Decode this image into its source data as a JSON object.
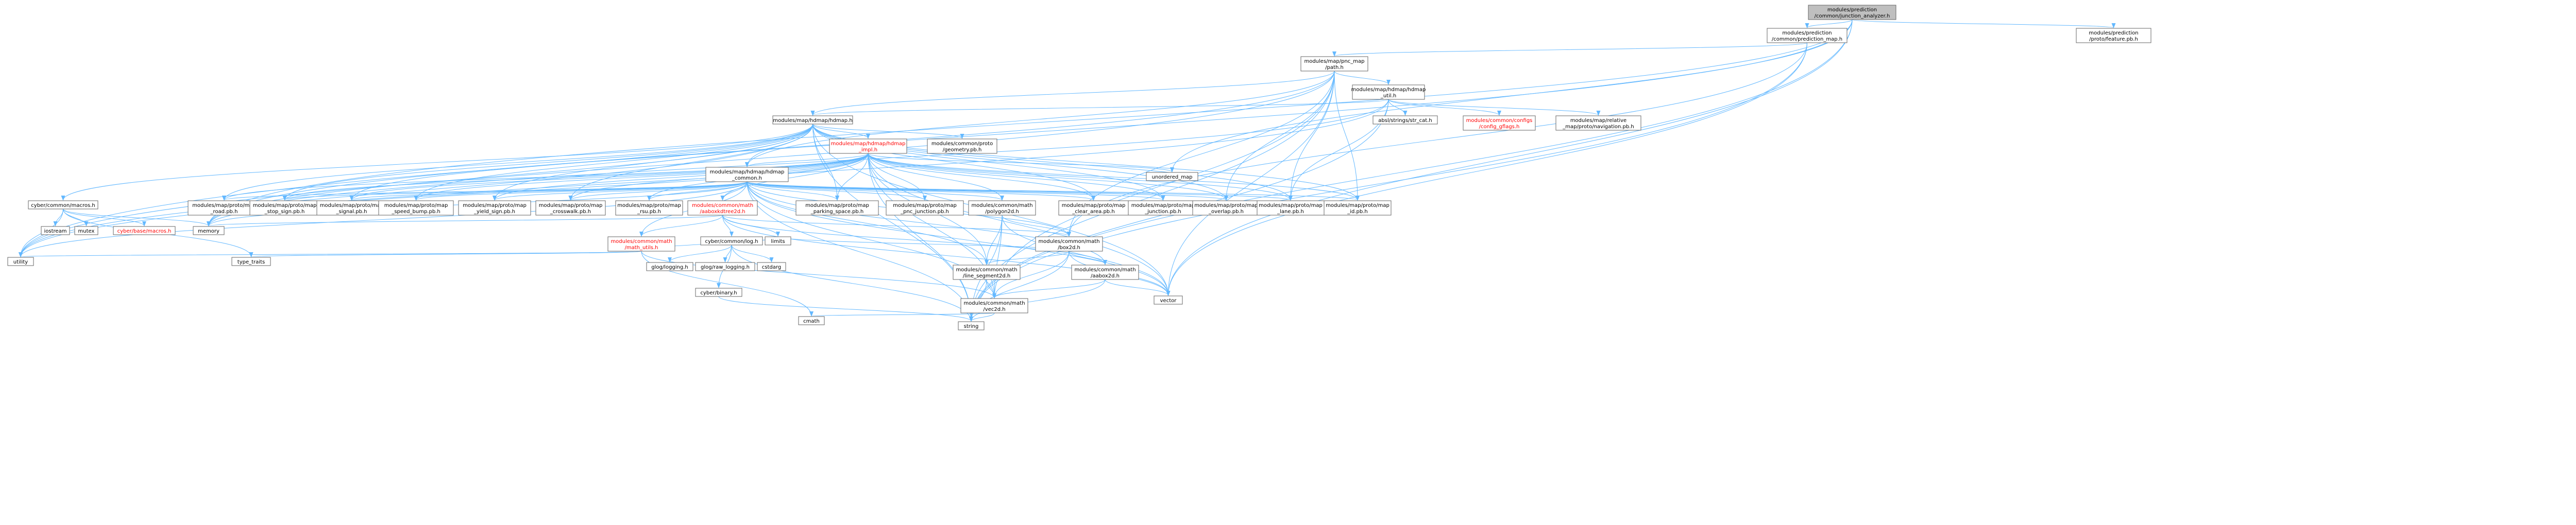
{
  "colors": {
    "root_fill": "#bfbfbf",
    "node_fill": "#ffffff",
    "border": "#666666",
    "text": "#000000",
    "link_text": "#000000",
    "red_text": "#ff0000",
    "edge": "#63b8ff"
  },
  "nodes": [
    {
      "id": "root",
      "lines": [
        "modules/prediction",
        "/common/junction_analyzer.h"
      ],
      "style": "root"
    },
    {
      "id": "prediction_map",
      "lines": [
        "modules/prediction",
        "/common/prediction_map.h"
      ],
      "style": "normal"
    },
    {
      "id": "feature_pb",
      "lines": [
        "modules/prediction",
        "/proto/feature.pb.h"
      ],
      "style": "normal"
    },
    {
      "id": "pnc_path",
      "lines": [
        "modules/map/pnc_map",
        "/path.h"
      ],
      "style": "normal"
    },
    {
      "id": "hdmap_util",
      "lines": [
        "modules/map/hdmap/hdmap",
        "_util.h"
      ],
      "style": "normal"
    },
    {
      "id": "hdmap_h",
      "lines": [
        "modules/map/hdmap/hdmap.h"
      ],
      "style": "normal"
    },
    {
      "id": "str_cat",
      "lines": [
        "absl/strings/str_cat.h"
      ],
      "style": "normal"
    },
    {
      "id": "config_gflags",
      "lines": [
        "modules/common/configs",
        "/config_gflags.h"
      ],
      "style": "red"
    },
    {
      "id": "relative_map_nav",
      "lines": [
        "modules/map/relative",
        "_map/proto/navigation.pb.h"
      ],
      "style": "normal"
    },
    {
      "id": "hdmap_impl",
      "lines": [
        "modules/map/hdmap/hdmap",
        "_impl.h"
      ],
      "style": "red"
    },
    {
      "id": "geometry_pb",
      "lines": [
        "modules/common/proto",
        "/geometry.pb.h"
      ],
      "style": "normal"
    },
    {
      "id": "hdmap_common",
      "lines": [
        "modules/map/hdmap/hdmap",
        "_common.h"
      ],
      "style": "normal"
    },
    {
      "id": "unordered_map",
      "lines": [
        "unordered_map"
      ],
      "style": "normal"
    },
    {
      "id": "macros_h",
      "lines": [
        "cyber/common/macros.h"
      ],
      "style": "normal"
    },
    {
      "id": "road_pb",
      "lines": [
        "modules/map/proto/map",
        "_road.pb.h"
      ],
      "style": "normal"
    },
    {
      "id": "stop_sign_pb",
      "lines": [
        "modules/map/proto/map",
        "_stop_sign.pb.h"
      ],
      "style": "normal"
    },
    {
      "id": "signal_pb",
      "lines": [
        "modules/map/proto/map",
        "_signal.pb.h"
      ],
      "style": "normal"
    },
    {
      "id": "speed_bump_pb",
      "lines": [
        "modules/map/proto/map",
        "_speed_bump.pb.h"
      ],
      "style": "normal"
    },
    {
      "id": "yield_sign_pb",
      "lines": [
        "modules/map/proto/map",
        "_yield_sign.pb.h"
      ],
      "style": "normal"
    },
    {
      "id": "crosswalk_pb",
      "lines": [
        "modules/map/proto/map",
        "_crosswalk.pb.h"
      ],
      "style": "normal"
    },
    {
      "id": "rsu_pb",
      "lines": [
        "modules/map/proto/map",
        "_rsu.pb.h"
      ],
      "style": "normal"
    },
    {
      "id": "aaboxkdtree2d",
      "lines": [
        "modules/common/math",
        "/aaboxkdtree2d.h"
      ],
      "style": "red"
    },
    {
      "id": "parking_space_pb",
      "lines": [
        "modules/map/proto/map",
        "_parking_space.pb.h"
      ],
      "style": "normal"
    },
    {
      "id": "pnc_junction_pb",
      "lines": [
        "modules/map/proto/map",
        "_pnc_junction.pb.h"
      ],
      "style": "normal"
    },
    {
      "id": "polygon2d",
      "lines": [
        "modules/common/math",
        "/polygon2d.h"
      ],
      "style": "normal"
    },
    {
      "id": "clear_area_pb",
      "lines": [
        "modules/map/proto/map",
        "_clear_area.pb.h"
      ],
      "style": "normal"
    },
    {
      "id": "junction_pb",
      "lines": [
        "modules/map/proto/map",
        "_junction.pb.h"
      ],
      "style": "normal"
    },
    {
      "id": "overlap_pb",
      "lines": [
        "modules/map/proto/map",
        "_overlap.pb.h"
      ],
      "style": "normal"
    },
    {
      "id": "lane_pb",
      "lines": [
        "modules/map/proto/map",
        "_lane.pb.h"
      ],
      "style": "normal"
    },
    {
      "id": "id_pb",
      "lines": [
        "modules/map/proto/map",
        "_id.pb.h"
      ],
      "style": "normal"
    },
    {
      "id": "iostream",
      "lines": [
        "iostream"
      ],
      "style": "normal"
    },
    {
      "id": "mutex",
      "lines": [
        "mutex"
      ],
      "style": "normal"
    },
    {
      "id": "base_macros",
      "lines": [
        "cyber/base/macros.h"
      ],
      "style": "red"
    },
    {
      "id": "memory",
      "lines": [
        "memory"
      ],
      "style": "normal"
    },
    {
      "id": "math_utils",
      "lines": [
        "modules/common/math",
        "/math_utils.h"
      ],
      "style": "red"
    },
    {
      "id": "cyber_log",
      "lines": [
        "cyber/common/log.h"
      ],
      "style": "normal"
    },
    {
      "id": "limits",
      "lines": [
        "limits"
      ],
      "style": "normal"
    },
    {
      "id": "box2d",
      "lines": [
        "modules/common/math",
        "/box2d.h"
      ],
      "style": "normal"
    },
    {
      "id": "utility",
      "lines": [
        "utility"
      ],
      "style": "normal"
    },
    {
      "id": "type_traits",
      "lines": [
        "type_traits"
      ],
      "style": "normal"
    },
    {
      "id": "glog_logging",
      "lines": [
        "glog/logging.h"
      ],
      "style": "normal"
    },
    {
      "id": "glog_raw_logging",
      "lines": [
        "glog/raw_logging.h"
      ],
      "style": "normal"
    },
    {
      "id": "cstdarg",
      "lines": [
        "cstdarg"
      ],
      "style": "normal"
    },
    {
      "id": "line_segment2d",
      "lines": [
        "modules/common/math",
        "/line_segment2d.h"
      ],
      "style": "normal"
    },
    {
      "id": "aabox2d",
      "lines": [
        "modules/common/math",
        "/aabox2d.h"
      ],
      "style": "normal"
    },
    {
      "id": "cyber_binary",
      "lines": [
        "cyber/binary.h"
      ],
      "style": "normal"
    },
    {
      "id": "vec2d",
      "lines": [
        "modules/common/math",
        "/vec2d.h"
      ],
      "style": "normal"
    },
    {
      "id": "vector",
      "lines": [
        "vector"
      ],
      "style": "normal"
    },
    {
      "id": "cmath",
      "lines": [
        "cmath"
      ],
      "style": "normal"
    },
    {
      "id": "string",
      "lines": [
        "string"
      ],
      "style": "normal"
    }
  ],
  "edges": [
    [
      "root",
      "prediction_map"
    ],
    [
      "root",
      "feature_pb"
    ],
    [
      "root",
      "unordered_map"
    ],
    [
      "root",
      "vector"
    ],
    [
      "root",
      "string"
    ],
    [
      "root",
      "memory"
    ],
    [
      "root",
      "utility"
    ],
    [
      "prediction_map",
      "pnc_path"
    ],
    [
      "prediction_map",
      "vector"
    ],
    [
      "prediction_map",
      "string"
    ],
    [
      "prediction_map",
      "box2d"
    ],
    [
      "pnc_path",
      "hdmap_util"
    ],
    [
      "pnc_path",
      "hdmap_h"
    ],
    [
      "pnc_path",
      "hdmap_common"
    ],
    [
      "pnc_path",
      "lane_pb"
    ],
    [
      "pnc_path",
      "box2d"
    ],
    [
      "pnc_path",
      "vec2d"
    ],
    [
      "pnc_path",
      "vector"
    ],
    [
      "pnc_path",
      "string"
    ],
    [
      "pnc_path",
      "memory"
    ],
    [
      "pnc_path",
      "utility"
    ],
    [
      "pnc_path",
      "overlap_pb"
    ],
    [
      "pnc_path",
      "id_pb"
    ],
    [
      "hdmap_util",
      "hdmap_h"
    ],
    [
      "hdmap_util",
      "str_cat"
    ],
    [
      "hdmap_util",
      "config_gflags"
    ],
    [
      "hdmap_util",
      "relative_map_nav"
    ],
    [
      "hdmap_util",
      "string"
    ],
    [
      "hdmap_util",
      "memory"
    ],
    [
      "hdmap_util",
      "lane_pb"
    ],
    [
      "hdmap_util",
      "utility"
    ],
    [
      "hdmap_h",
      "hdmap_impl"
    ],
    [
      "hdmap_h",
      "geometry_pb"
    ],
    [
      "hdmap_h",
      "hdmap_common"
    ],
    [
      "hdmap_h",
      "road_pb"
    ],
    [
      "hdmap_h",
      "stop_sign_pb"
    ],
    [
      "hdmap_h",
      "signal_pb"
    ],
    [
      "hdmap_h",
      "speed_bump_pb"
    ],
    [
      "hdmap_h",
      "yield_sign_pb"
    ],
    [
      "hdmap_h",
      "crosswalk_pb"
    ],
    [
      "hdmap_h",
      "parking_space_pb"
    ],
    [
      "hdmap_h",
      "clear_area_pb"
    ],
    [
      "hdmap_h",
      "junction_pb"
    ],
    [
      "hdmap_h",
      "overlap_pb"
    ],
    [
      "hdmap_h",
      "lane_pb"
    ],
    [
      "hdmap_h",
      "id_pb"
    ],
    [
      "hdmap_h",
      "macros_h"
    ],
    [
      "hdmap_h",
      "memory"
    ],
    [
      "hdmap_h",
      "string"
    ],
    [
      "hdmap_h",
      "vector"
    ],
    [
      "hdmap_h",
      "utility"
    ],
    [
      "hdmap_impl",
      "hdmap_common"
    ],
    [
      "hdmap_impl",
      "unordered_map"
    ],
    [
      "hdmap_impl",
      "aaboxkdtree2d"
    ],
    [
      "hdmap_impl",
      "polygon2d"
    ],
    [
      "hdmap_impl",
      "line_segment2d"
    ],
    [
      "hdmap_impl",
      "vec2d"
    ],
    [
      "hdmap_impl",
      "road_pb"
    ],
    [
      "hdmap_impl",
      "stop_sign_pb"
    ],
    [
      "hdmap_impl",
      "signal_pb"
    ],
    [
      "hdmap_impl",
      "speed_bump_pb"
    ],
    [
      "hdmap_impl",
      "yield_sign_pb"
    ],
    [
      "hdmap_impl",
      "crosswalk_pb"
    ],
    [
      "hdmap_impl",
      "parking_space_pb"
    ],
    [
      "hdmap_impl",
      "pnc_junction_pb"
    ],
    [
      "hdmap_impl",
      "clear_area_pb"
    ],
    [
      "hdmap_impl",
      "junction_pb"
    ],
    [
      "hdmap_impl",
      "overlap_pb"
    ],
    [
      "hdmap_impl",
      "lane_pb"
    ],
    [
      "hdmap_impl",
      "id_pb"
    ],
    [
      "hdmap_impl",
      "rsu_pb"
    ],
    [
      "hdmap_impl",
      "memory"
    ],
    [
      "hdmap_impl",
      "string"
    ],
    [
      "hdmap_impl",
      "vector"
    ],
    [
      "hdmap_common",
      "road_pb"
    ],
    [
      "hdmap_common",
      "stop_sign_pb"
    ],
    [
      "hdmap_common",
      "signal_pb"
    ],
    [
      "hdmap_common",
      "speed_bump_pb"
    ],
    [
      "hdmap_common",
      "yield_sign_pb"
    ],
    [
      "hdmap_common",
      "crosswalk_pb"
    ],
    [
      "hdmap_common",
      "rsu_pb"
    ],
    [
      "hdmap_common",
      "aaboxkdtree2d"
    ],
    [
      "hdmap_common",
      "parking_space_pb"
    ],
    [
      "hdmap_common",
      "pnc_junction_pb"
    ],
    [
      "hdmap_common",
      "polygon2d"
    ],
    [
      "hdmap_common",
      "clear_area_pb"
    ],
    [
      "hdmap_common",
      "junction_pb"
    ],
    [
      "hdmap_common",
      "overlap_pb"
    ],
    [
      "hdmap_common",
      "lane_pb"
    ],
    [
      "hdmap_common",
      "id_pb"
    ],
    [
      "hdmap_common",
      "memory"
    ],
    [
      "hdmap_common",
      "math_utils"
    ],
    [
      "hdmap_common",
      "vec2d"
    ],
    [
      "hdmap_common",
      "string"
    ],
    [
      "hdmap_common",
      "vector"
    ],
    [
      "hdmap_common",
      "utility"
    ],
    [
      "hdmap_common",
      "line_segment2d"
    ],
    [
      "hdmap_common",
      "aabox2d"
    ],
    [
      "hdmap_common",
      "box2d"
    ],
    [
      "macros_h",
      "iostream"
    ],
    [
      "macros_h",
      "mutex"
    ],
    [
      "macros_h",
      "base_macros"
    ],
    [
      "macros_h",
      "memory"
    ],
    [
      "macros_h",
      "type_traits"
    ],
    [
      "macros_h",
      "utility"
    ],
    [
      "aaboxkdtree2d",
      "memory"
    ],
    [
      "aaboxkdtree2d",
      "math_utils"
    ],
    [
      "aaboxkdtree2d",
      "cyber_log"
    ],
    [
      "aaboxkdtree2d",
      "limits"
    ],
    [
      "aaboxkdtree2d",
      "aabox2d"
    ],
    [
      "aaboxkdtree2d",
      "vector"
    ],
    [
      "aaboxkdtree2d",
      "box2d"
    ],
    [
      "polygon2d",
      "box2d"
    ],
    [
      "polygon2d",
      "line_segment2d"
    ],
    [
      "polygon2d",
      "vec2d"
    ],
    [
      "polygon2d",
      "vector"
    ],
    [
      "polygon2d",
      "string"
    ],
    [
      "math_utils",
      "utility"
    ],
    [
      "math_utils",
      "type_traits"
    ],
    [
      "math_utils",
      "limits"
    ],
    [
      "math_utils",
      "vec2d"
    ],
    [
      "math_utils",
      "cmath"
    ],
    [
      "cyber_log",
      "glog_logging"
    ],
    [
      "cyber_log",
      "glog_raw_logging"
    ],
    [
      "cyber_log",
      "cstdarg"
    ],
    [
      "cyber_log",
      "cyber_binary"
    ],
    [
      "cyber_log",
      "string"
    ],
    [
      "box2d",
      "limits"
    ],
    [
      "box2d",
      "line_segment2d"
    ],
    [
      "box2d",
      "aabox2d"
    ],
    [
      "box2d",
      "vec2d"
    ],
    [
      "box2d",
      "string"
    ],
    [
      "box2d",
      "vector"
    ],
    [
      "line_segment2d",
      "vec2d"
    ],
    [
      "line_segment2d",
      "string"
    ],
    [
      "aabox2d",
      "vec2d"
    ],
    [
      "aabox2d",
      "string"
    ],
    [
      "aabox2d",
      "vector"
    ],
    [
      "cyber_binary",
      "string"
    ],
    [
      "vec2d",
      "cmath"
    ],
    [
      "vec2d",
      "string"
    ]
  ]
}
